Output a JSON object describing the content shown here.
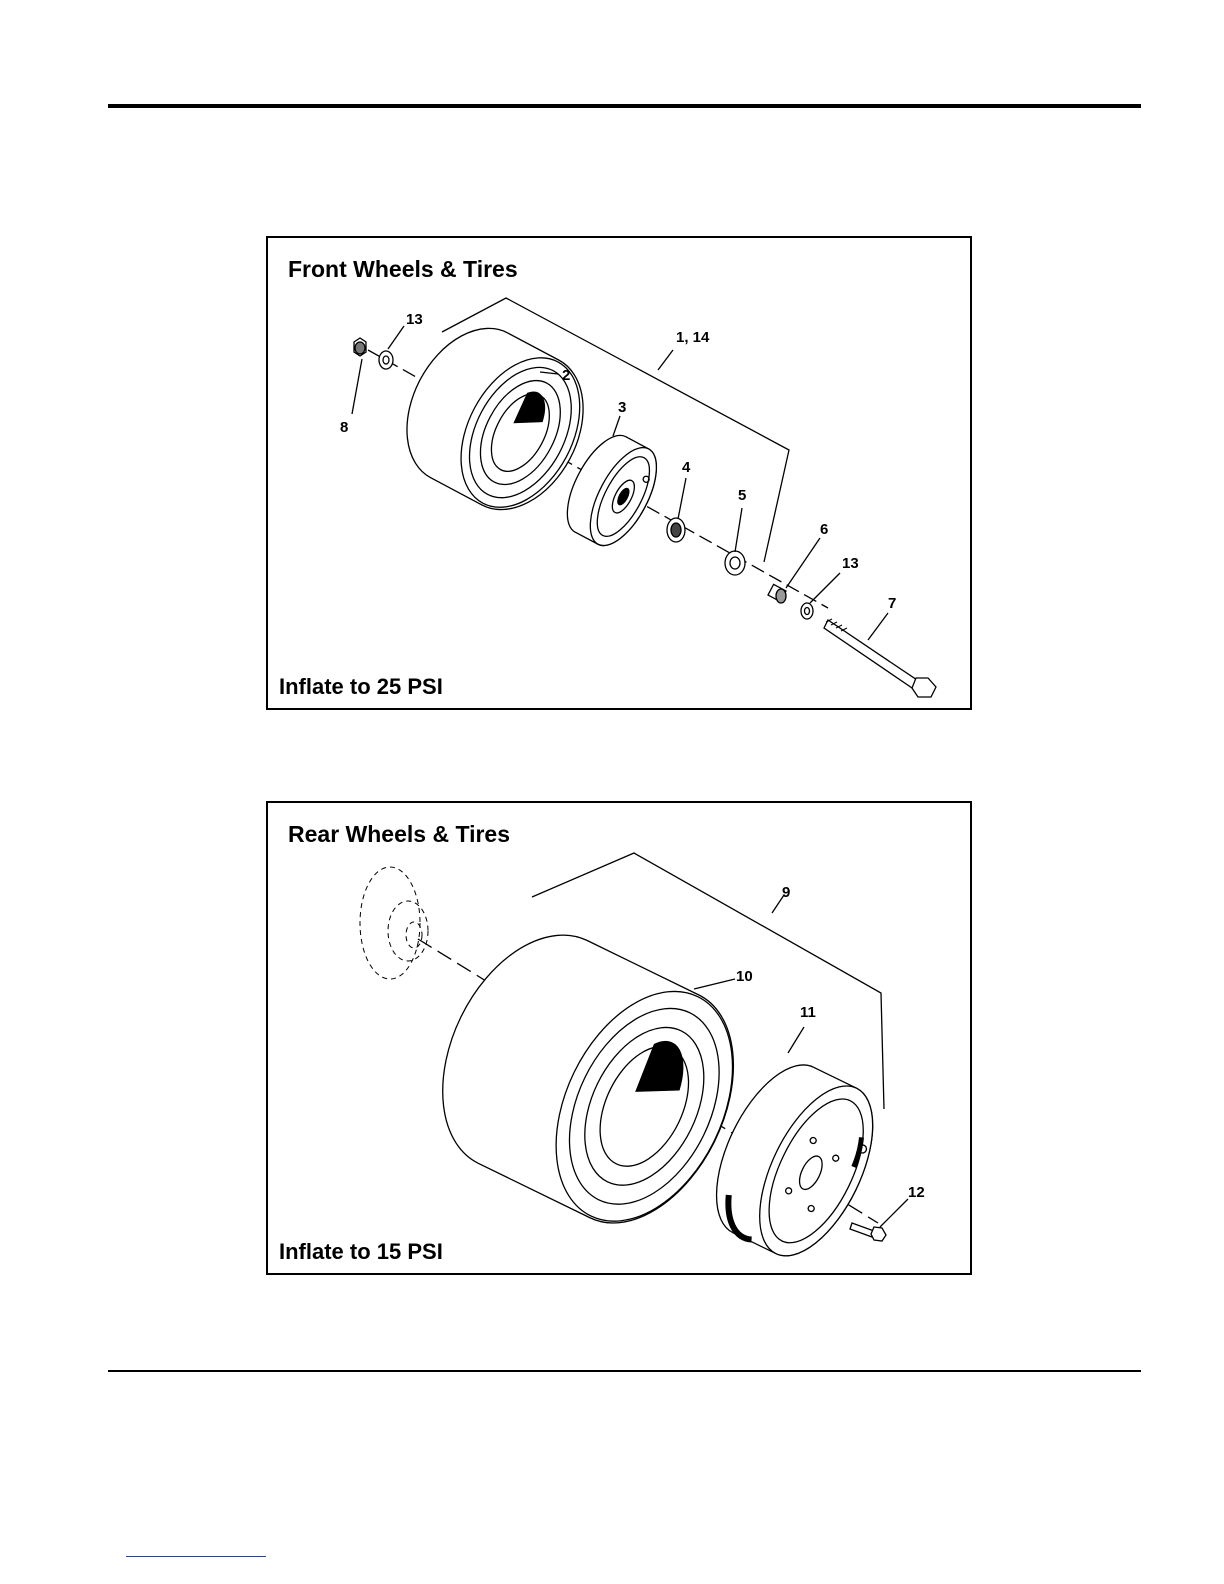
{
  "front": {
    "title": "Front Wheels & Tires",
    "note": "Inflate to 25 PSI",
    "callouts": {
      "c13a": "13",
      "c8": "8",
      "c2": "2",
      "c3": "3",
      "c1_14": "1, 14",
      "c4": "4",
      "c5": "5",
      "c6": "6",
      "c13b": "13",
      "c7": "7"
    }
  },
  "rear": {
    "title": "Rear Wheels & Tires",
    "note": "Inflate to 15 PSI",
    "callouts": {
      "c9": "9",
      "c10": "10",
      "c11": "11",
      "c12": "12"
    }
  }
}
